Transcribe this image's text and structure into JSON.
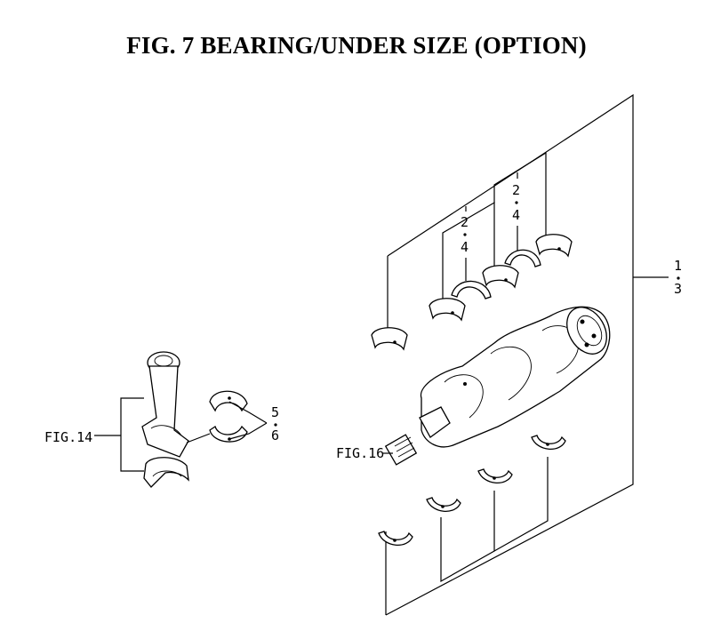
{
  "title": "FIG. 7  BEARING/UNDER SIZE (OPTION)",
  "callouts": {
    "ref_1_3_top": "1",
    "ref_1_3_bottom": "3",
    "ref_5_6_top": "5",
    "ref_5_6_bottom": "6",
    "ref_2_4a_top": "2",
    "ref_2_4a_bottom": "4",
    "ref_2_4b_top": "2",
    "ref_2_4b_bottom": "4",
    "fig14": "FIG.14",
    "fig16": "FIG.16"
  }
}
